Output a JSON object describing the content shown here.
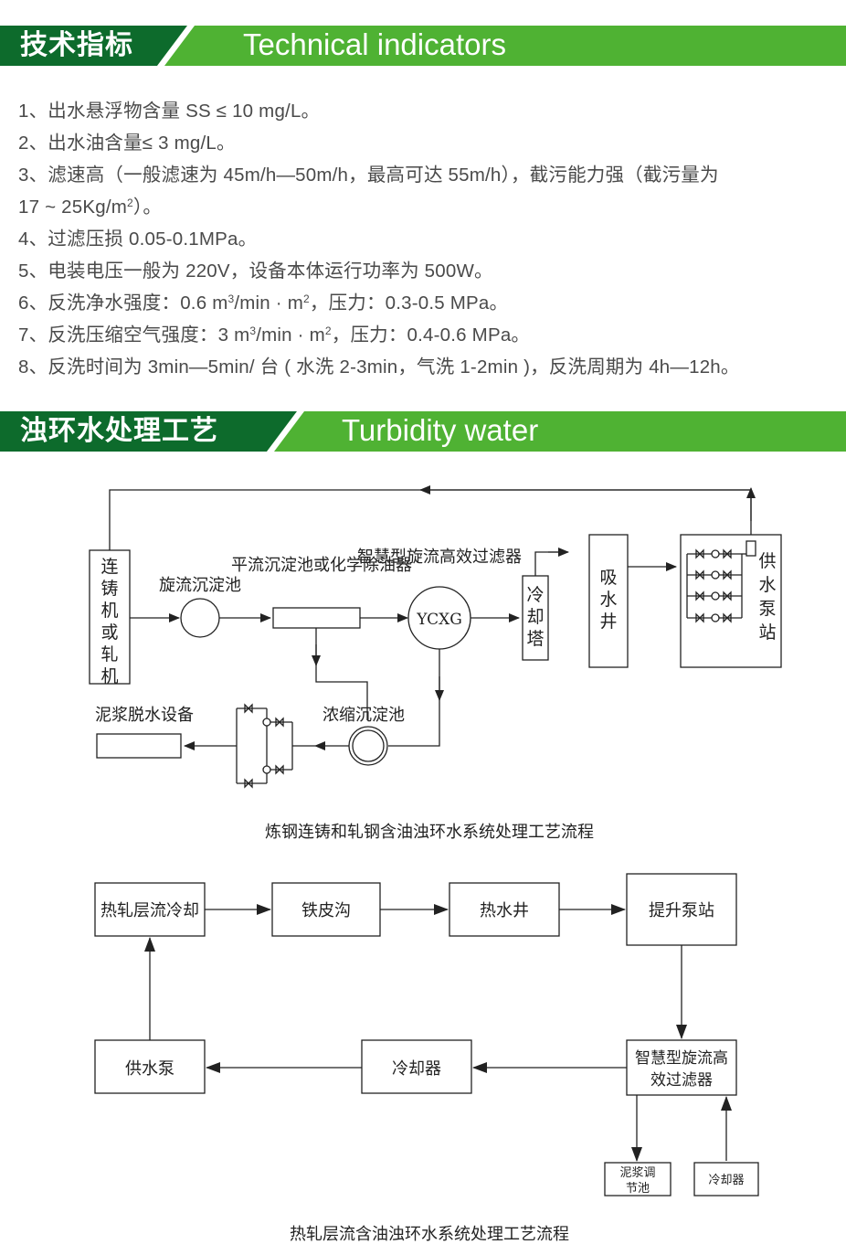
{
  "section1": {
    "title_cn": "技术指标",
    "title_en": "Technical indicators"
  },
  "indicators": [
    [
      "1、出水悬浮物含量 SS ≤ 10 mg/L。"
    ],
    [
      "2、出水油含量≤ 3 mg/L。"
    ],
    [
      "3、滤速高（一般滤速为 45m/h—50m/h，最高可达 55m/h），截污能力强（截污量为"
    ],
    [
      "17 ~ 25Kg/m",
      "2",
      "）。"
    ],
    [
      "4、过滤压损 0.05-0.1MPa。"
    ],
    [
      "5、电装电压一般为 220V，设备本体运行功率为 500W。"
    ],
    [
      "6、反洗净水强度：0.6 m",
      "3",
      "/min · m",
      "2",
      "，压力：0.3-0.5 MPa。"
    ],
    [
      "7、反洗压缩空气强度：3 m",
      "3",
      "/min · m",
      "2",
      "，压力：0.4-0.6 MPa。"
    ],
    [
      "8、反洗时间为 3min—5min/ 台 ( 水洗 2-3min，气洗 1-2min )，反洗周期为 4h—12h。"
    ]
  ],
  "section2": {
    "title_cn": "浊环水处理工艺",
    "title_en": "Turbidity water"
  },
  "diagram1": {
    "caster": "连铸机或轧机",
    "cyclone_label": "旋流沉淀池",
    "advection_label": "平流沉淀池或化学除油器",
    "filter_label": "智慧型旋流高效过滤器",
    "filter_code": "YCXG",
    "cooling_tower": "冷却塔",
    "suction_well": "吸水井",
    "pump_station": "供水泵站",
    "sludge_equipment_label": "泥浆脱水设备",
    "thickener_label": "浓缩沉淀池",
    "caption": "炼钢连铸和轧钢含油浊环水系统处理工艺流程"
  },
  "diagram2": {
    "hot_rolling": "热轧层流冷却",
    "iron_trench": "铁皮沟",
    "hot_well": "热水井",
    "lift_pump": "提升泵站",
    "filter_line1": "智慧型旋流高",
    "filter_line2": "效过滤器",
    "cooler": "冷却器",
    "supply_pump": "供水泵",
    "sludge_line1": "泥浆调",
    "sludge_line2": "节池",
    "cooler_small": "冷却器",
    "caption": "热轧层流含油浊环水系统处理工艺流程"
  },
  "colors": {
    "banner_green": "#4fb233",
    "banner_dark": "#0d6b2c"
  }
}
